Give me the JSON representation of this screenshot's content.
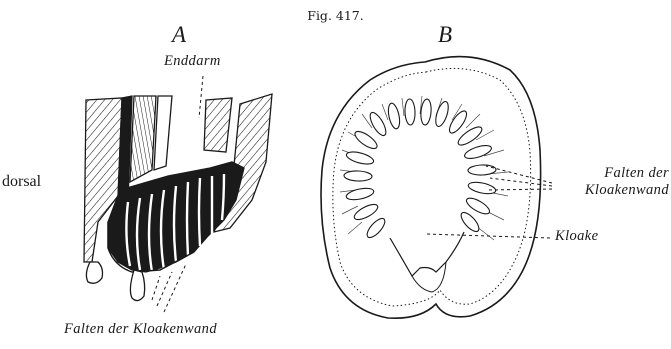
{
  "caption": "Fig. 417.",
  "panels": {
    "a": {
      "letter": "A"
    },
    "b": {
      "letter": "B"
    }
  },
  "labels": {
    "enddarm": "Enddarm",
    "dorsal": "dorsal",
    "falten_a": "Falten der Kloakenwand",
    "falten_b_line1": "Falten der",
    "falten_b_line2": "Kloakenwand",
    "kloake": "Kloake"
  },
  "colors": {
    "ink": "#1a1a1a",
    "paper": "#ffffff"
  }
}
